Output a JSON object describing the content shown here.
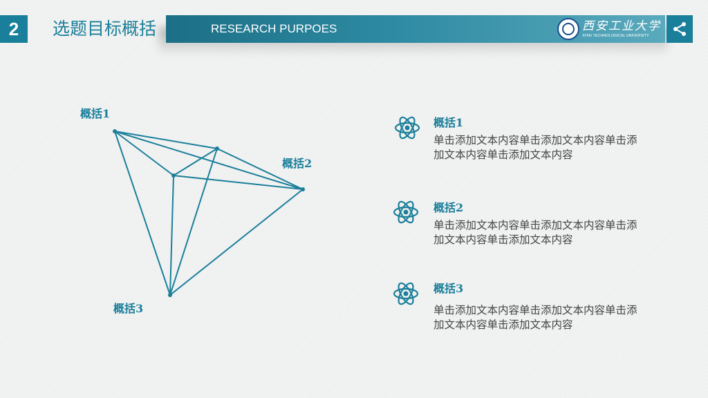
{
  "header": {
    "slide_number": "2",
    "title_cn": "选题目标概括",
    "title_en": "RESEARCH PURPOES",
    "logo_cn": "西安工业大学",
    "logo_en": "XI'AN TECHNOLOGICAL UNIVERSITY",
    "accent_color": "#1a7f9a"
  },
  "diagram": {
    "labels": [
      "概括1",
      "概括2",
      "概括3"
    ]
  },
  "items": [
    {
      "title": "概括1",
      "desc": "单击添加文本内容单击添加文本内容单击添加文本内容单击添加文本内容",
      "icon": "atom-icon"
    },
    {
      "title": "概括2",
      "desc": "单击添加文本内容单击添加文本内容单击添加文本内容单击添加文本内容",
      "icon": "atom-icon"
    },
    {
      "title": "概括3",
      "desc": "单击添加文本内容单击添加文本内容单击添加文本内容单击添加文本内容",
      "icon": "atom-icon"
    }
  ]
}
